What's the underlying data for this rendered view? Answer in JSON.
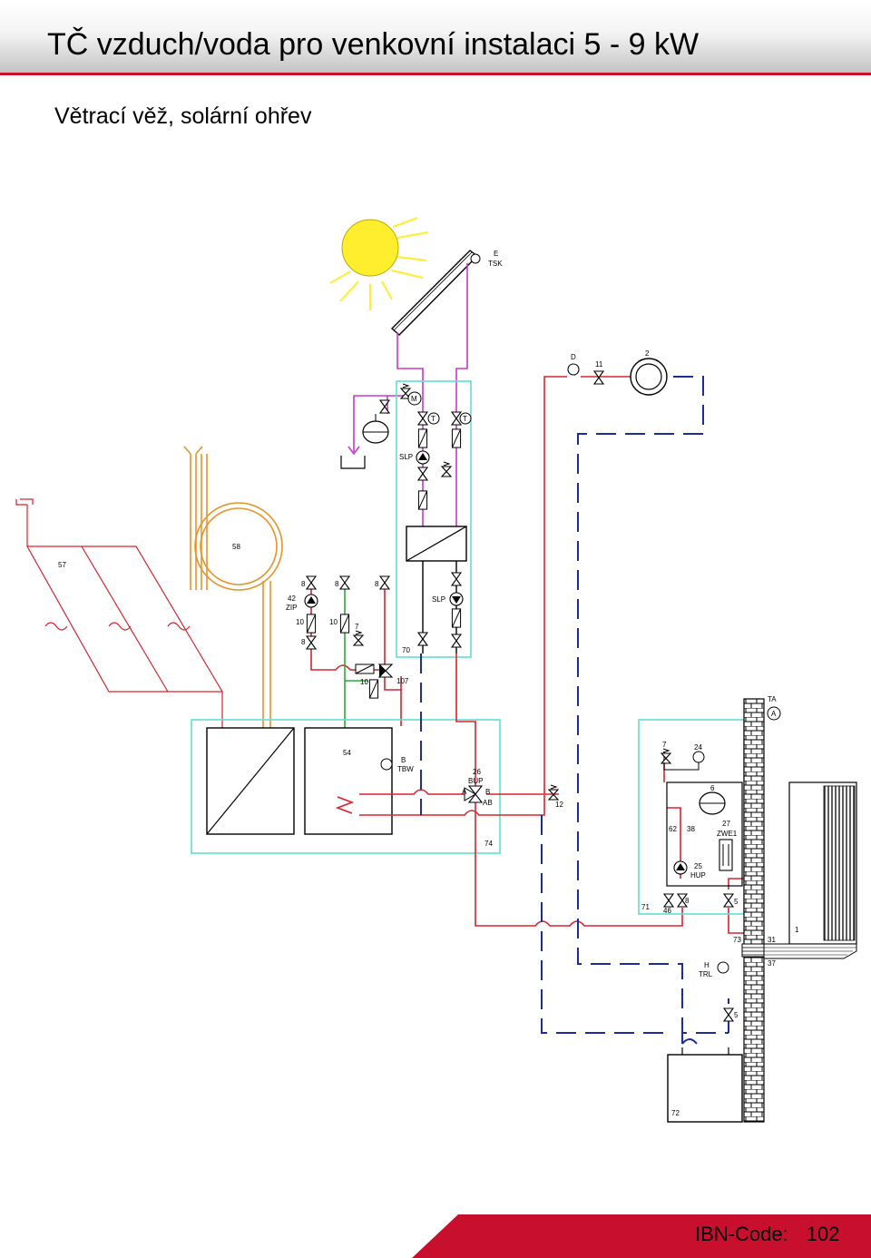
{
  "header": {
    "title": "TČ vzduch/voda pro venkovní instalaci  5 - 9 kW",
    "subtitle": "Větrací věž, solární ohřev"
  },
  "colors": {
    "accent_red": "#c8102e",
    "pipe_red": "#d9232e",
    "pipe_blue": "#1c2c9a",
    "pipe_magenta": "#c839c8",
    "pipe_orange": "#e8922a",
    "pipe_green": "#2aaa3a",
    "group_cyan": "#5fe0d4",
    "sun_yellow": "#ffee2e"
  },
  "labels": {
    "l57": "57",
    "l58": "58",
    "l42": "42",
    "lzip": "ZIP",
    "l8a": "8",
    "l8b": "8",
    "l8c": "8",
    "l8d": "8",
    "l10a": "10",
    "l10b": "10",
    "l10c": "10",
    "l7a": "7",
    "l70": "70",
    "l107": "107",
    "l54": "54",
    "lb": "B",
    "ltbw": "TBW",
    "l26": "26",
    "lbup": "BUP",
    "la": "A",
    "lb2": "B",
    "lab": "AB",
    "l74": "74",
    "l12": "12",
    "le": "E",
    "ltsk": "TSK",
    "ld": "D",
    "l11": "11",
    "l2": "2",
    "lslp1": "SLP",
    "lslp2": "SLP",
    "lm": "M",
    "lt1": "T",
    "lt2": "T",
    "lta": "TA",
    "la2": "A",
    "l7b": "7",
    "l24": "24",
    "l6": "6",
    "l62": "62",
    "l38": "38",
    "l27": "27",
    "lzwe1": "ZWE1",
    "l25": "25",
    "lhup": "HUP",
    "l71": "71",
    "l46": "46",
    "l8e": "8",
    "l5a": "5",
    "l5b": "5",
    "l73": "73",
    "l31": "31",
    "l1": "1",
    "l37": "37",
    "lh": "H",
    "ltrl": "TRL",
    "l72": "72"
  },
  "footer": {
    "label": "IBN-Code:",
    "code": "102"
  }
}
